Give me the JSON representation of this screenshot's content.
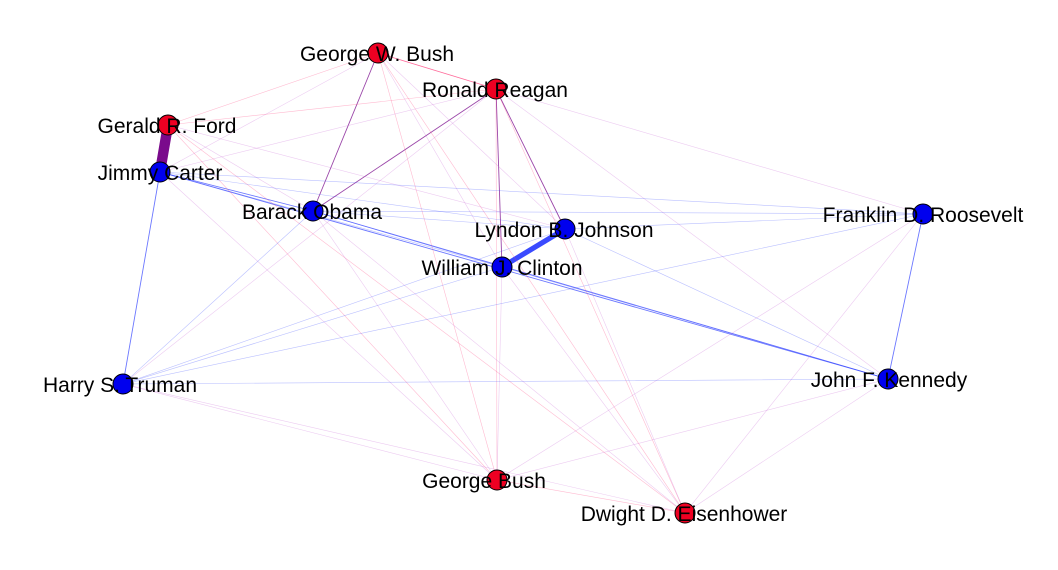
{
  "colors": {
    "republican": "#ee0022",
    "democrat": "#0000ee",
    "mixed_edge": "#7a0a8c",
    "rep_edge": "#ff3b7a",
    "dem_edge": "#3a4aff",
    "mixed_edge_light": "#c86ad6"
  },
  "nodes": [
    {
      "id": "gwbush",
      "label": "George W. Bush",
      "party": "republican"
    },
    {
      "id": "reagan",
      "label": "Ronald Reagan",
      "party": "republican"
    },
    {
      "id": "ford",
      "label": "Gerald R. Ford",
      "party": "republican"
    },
    {
      "id": "carter",
      "label": "Jimmy Carter",
      "party": "democrat"
    },
    {
      "id": "obama",
      "label": "Barack Obama",
      "party": "democrat"
    },
    {
      "id": "lbj",
      "label": "Lyndon B. Johnson",
      "party": "democrat"
    },
    {
      "id": "clinton",
      "label": "William J. Clinton",
      "party": "democrat"
    },
    {
      "id": "fdr",
      "label": "Franklin D. Roosevelt",
      "party": "democrat"
    },
    {
      "id": "truman",
      "label": "Harry S. Truman",
      "party": "democrat"
    },
    {
      "id": "jfk",
      "label": "John F. Kennedy",
      "party": "democrat"
    },
    {
      "id": "ghwbush",
      "label": "George Bush",
      "party": "republican"
    },
    {
      "id": "ike",
      "label": "Dwight D. Eisenhower",
      "party": "republican"
    }
  ],
  "edges": [
    {
      "source": "ford",
      "target": "carter",
      "weight": 8
    },
    {
      "source": "lbj",
      "target": "clinton",
      "weight": 4
    },
    {
      "source": "gwbush",
      "target": "reagan",
      "weight": 1
    },
    {
      "source": "carter",
      "target": "jfk",
      "weight": 0.8
    },
    {
      "source": "carter",
      "target": "truman",
      "weight": 0.6
    },
    {
      "source": "fdr",
      "target": "jfk",
      "weight": 0.6
    },
    {
      "source": "gwbush",
      "target": "obama",
      "weight": 0.6
    },
    {
      "source": "reagan",
      "target": "obama",
      "weight": 0.5
    },
    {
      "source": "reagan",
      "target": "lbj",
      "weight": 0.5
    },
    {
      "source": "carter",
      "target": "obama",
      "weight": 0.5
    },
    {
      "source": "obama",
      "target": "jfk",
      "weight": 0.5
    },
    {
      "source": "reagan",
      "target": "clinton",
      "weight": 0.4
    },
    {
      "source": "gwbush",
      "target": "ford",
      "weight": 0.3
    },
    {
      "source": "gwbush",
      "target": "carter",
      "weight": 0.3
    },
    {
      "source": "gwbush",
      "target": "lbj",
      "weight": 0.3
    },
    {
      "source": "gwbush",
      "target": "clinton",
      "weight": 0.3
    },
    {
      "source": "gwbush",
      "target": "ghwbush",
      "weight": 0.3
    },
    {
      "source": "gwbush",
      "target": "ike",
      "weight": 0.3
    },
    {
      "source": "reagan",
      "target": "ford",
      "weight": 0.3
    },
    {
      "source": "reagan",
      "target": "carter",
      "weight": 0.3
    },
    {
      "source": "reagan",
      "target": "fdr",
      "weight": 0.3
    },
    {
      "source": "reagan",
      "target": "jfk",
      "weight": 0.3
    },
    {
      "source": "reagan",
      "target": "ghwbush",
      "weight": 0.3
    },
    {
      "source": "reagan",
      "target": "truman",
      "weight": 0.3
    },
    {
      "source": "reagan",
      "target": "ike",
      "weight": 0.3
    },
    {
      "source": "ford",
      "target": "obama",
      "weight": 0.3
    },
    {
      "source": "ford",
      "target": "lbj",
      "weight": 0.3
    },
    {
      "source": "ford",
      "target": "ghwbush",
      "weight": 0.3
    },
    {
      "source": "ford",
      "target": "ike",
      "weight": 0.3
    },
    {
      "source": "carter",
      "target": "lbj",
      "weight": 0.3
    },
    {
      "source": "carter",
      "target": "clinton",
      "weight": 0.3
    },
    {
      "source": "carter",
      "target": "fdr",
      "weight": 0.3
    },
    {
      "source": "carter",
      "target": "ghwbush",
      "weight": 0.3
    },
    {
      "source": "obama",
      "target": "lbj",
      "weight": 0.3
    },
    {
      "source": "obama",
      "target": "clinton",
      "weight": 0.3
    },
    {
      "source": "obama",
      "target": "fdr",
      "weight": 0.3
    },
    {
      "source": "obama",
      "target": "ghwbush",
      "weight": 0.3
    },
    {
      "source": "obama",
      "target": "ike",
      "weight": 0.3
    },
    {
      "source": "obama",
      "target": "truman",
      "weight": 0.3
    },
    {
      "source": "lbj",
      "target": "fdr",
      "weight": 0.3
    },
    {
      "source": "lbj",
      "target": "jfk",
      "weight": 0.3
    },
    {
      "source": "lbj",
      "target": "truman",
      "weight": 0.3
    },
    {
      "source": "lbj",
      "target": "ike",
      "weight": 0.3
    },
    {
      "source": "clinton",
      "target": "truman",
      "weight": 0.3
    },
    {
      "source": "clinton",
      "target": "ghwbush",
      "weight": 0.3
    },
    {
      "source": "clinton",
      "target": "ike",
      "weight": 0.3
    },
    {
      "source": "clinton",
      "target": "jfk",
      "weight": 0.3
    },
    {
      "source": "fdr",
      "target": "truman",
      "weight": 0.3
    },
    {
      "source": "fdr",
      "target": "ghwbush",
      "weight": 0.3
    },
    {
      "source": "fdr",
      "target": "ike",
      "weight": 0.3
    },
    {
      "source": "truman",
      "target": "ghwbush",
      "weight": 0.3
    },
    {
      "source": "truman",
      "target": "ike",
      "weight": 0.3
    },
    {
      "source": "truman",
      "target": "jfk",
      "weight": 0.3
    },
    {
      "source": "jfk",
      "target": "ghwbush",
      "weight": 0.3
    },
    {
      "source": "jfk",
      "target": "ike",
      "weight": 0.3
    },
    {
      "source": "ghwbush",
      "target": "ike",
      "weight": 0.3
    }
  ]
}
